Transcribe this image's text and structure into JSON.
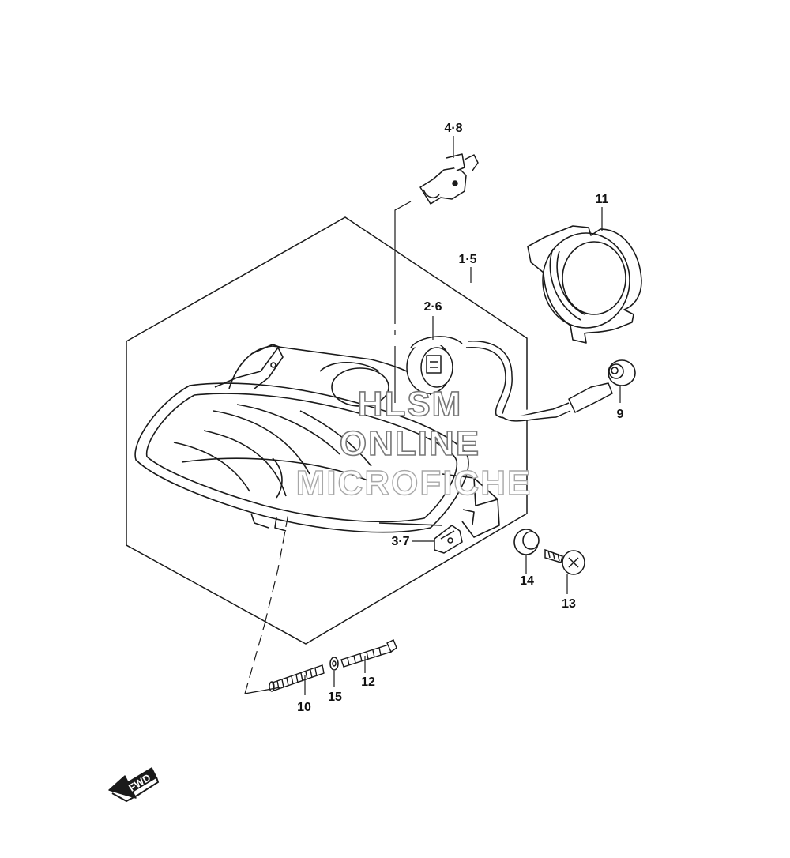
{
  "parts": [
    {
      "ref": "1",
      "label": "1·5"
    },
    {
      "ref": "2",
      "label": "2·6"
    },
    {
      "ref": "3",
      "label": "3·7"
    },
    {
      "ref": "4",
      "label": "4·8"
    },
    {
      "ref": "9",
      "label": "9"
    },
    {
      "ref": "10",
      "label": "10"
    },
    {
      "ref": "11",
      "label": "11"
    },
    {
      "ref": "12",
      "label": "12"
    },
    {
      "ref": "13",
      "label": "13"
    },
    {
      "ref": "14",
      "label": "14"
    },
    {
      "ref": "15",
      "label": "15"
    }
  ],
  "watermark": {
    "line1": "HLSM",
    "line2": "ONLINE",
    "line3": "MICROFICHE"
  },
  "direction_marker": {
    "label": "FWD"
  },
  "colors": {
    "line": "#1a1a1a",
    "background": "#ffffff",
    "watermark_outline": "#777777"
  },
  "icons": {
    "bulb": "halogen-bulb-icon",
    "socket": "bulb-socket-icon",
    "direction": "fwd-arrow-icon"
  }
}
